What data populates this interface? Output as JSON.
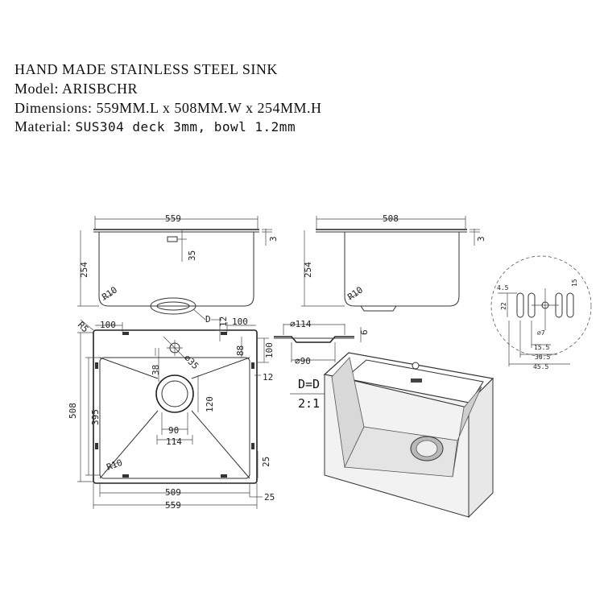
{
  "spec": {
    "title": "HAND MADE STAINLESS STEEL SINK",
    "model": "Model: ARISBCHR",
    "dimensions": "Dimensions: 559MM.L x 508MM.W x 254MM.H",
    "material_label": "Material: ",
    "material_value": "SUS304 deck 3mm, bowl 1.2mm"
  },
  "front_view": {
    "width": "559",
    "height": "254",
    "radius": "R10",
    "thickness": "3",
    "overflow_h": "35"
  },
  "side_view": {
    "width": "508",
    "height": "254",
    "radius": "R10",
    "thickness": "3"
  },
  "top_view": {
    "corner_r": "R5",
    "ledge_left": "100",
    "ledge_right": "100",
    "ledge_side": "100",
    "tap_offset_y": "88",
    "tap_dia": "⌀35",
    "tap_offset_x": "38",
    "drain_offset": "120",
    "inner_90": "90",
    "inner_114": "114",
    "section_mark": "D",
    "mark_12_top": "12",
    "mark_12_side": "12",
    "inner_r": "R10",
    "depth_395": "395",
    "width_508": "508",
    "bottom_509": "509",
    "bottom_559": "559",
    "side_25": "25",
    "side_25b": "25"
  },
  "drain": {
    "outer": "⌀114",
    "inner": "⌀90",
    "height": "6"
  },
  "section": {
    "title": "D=D",
    "scale": "2:1"
  },
  "detail": {
    "d1": "4.5",
    "d2": "22",
    "d3": "15",
    "d4": "15.5",
    "d5": "30.5",
    "d6": "45.5",
    "d7": "⌀7"
  }
}
